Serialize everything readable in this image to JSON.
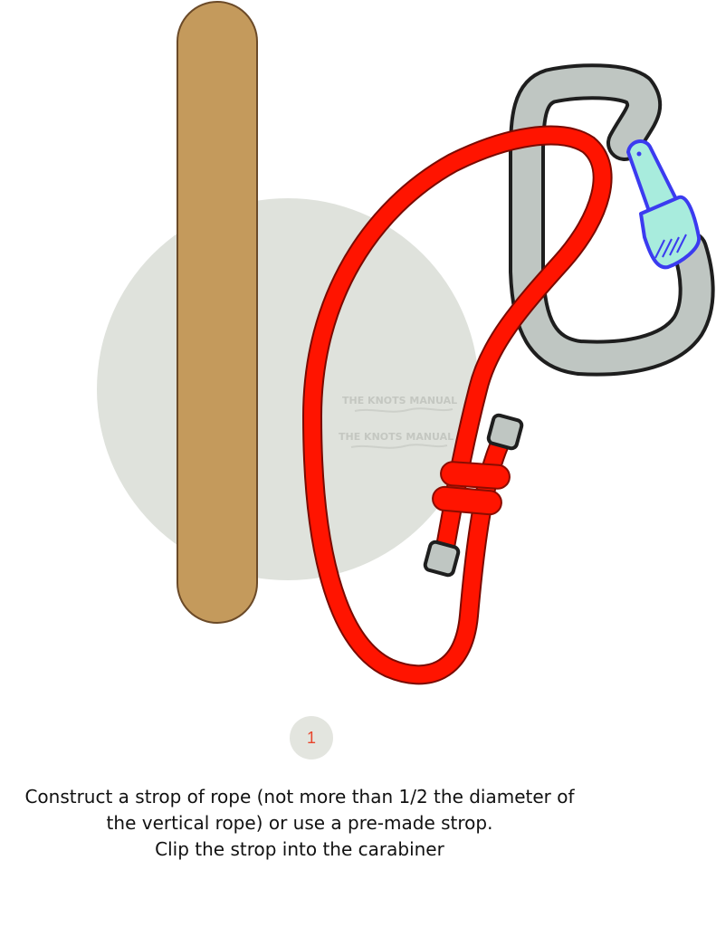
{
  "watermark": "THE KNOTS MANUAL",
  "step": {
    "number": "1"
  },
  "caption": {
    "lines": [
      "Construct a strop of rope (not more than 1/2 the diameter of",
      "the vertical rope) or use a pre-made strop.",
      "Clip the strop into the carabiner"
    ]
  },
  "colors": {
    "vertical_rope": "#c49a5c",
    "strop_rope": "#ff1400",
    "carabiner": "#bfc6c2",
    "gate": "#a8ecdd",
    "gate_outline": "#3b3bf0",
    "background_circle": "#dfe2dc",
    "step_number": "#e8452c"
  }
}
